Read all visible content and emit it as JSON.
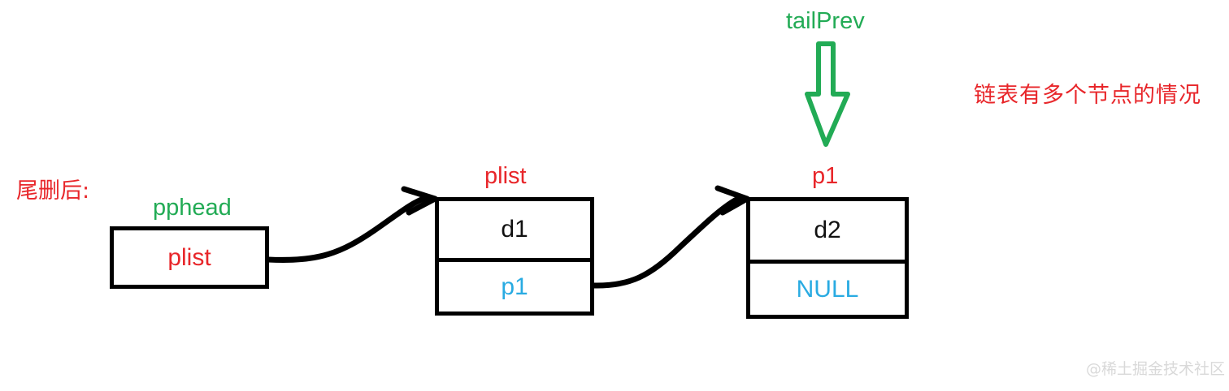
{
  "diagram": {
    "title_note": "链表有多个节点的情况",
    "step_label": "尾删后:",
    "watermark": "@稀土掘金技术社区",
    "colors": {
      "red": "#e8262a",
      "green": "#22ab55",
      "cyan": "#29abe2",
      "black": "#111111",
      "stroke": "#000000",
      "watermark": "#d9d9d9"
    },
    "pointers": {
      "tail_prev": "tailPrev",
      "pphead": "pphead",
      "plist": "plist",
      "p1": "p1"
    },
    "head_box": {
      "label_above": "pphead",
      "value": "plist"
    },
    "nodes": [
      {
        "label_above": "plist",
        "data": "d1",
        "next": "p1"
      },
      {
        "label_above": "p1",
        "data": "d2",
        "next": "NULL"
      }
    ],
    "arrows": [
      {
        "name": "pphead-to-node1",
        "style": "hand-drawn-curve"
      },
      {
        "name": "node1-next-to-node2",
        "style": "hand-drawn-curve"
      },
      {
        "name": "tailprev-down-arrow",
        "style": "hollow-green-block-arrow"
      }
    ]
  }
}
